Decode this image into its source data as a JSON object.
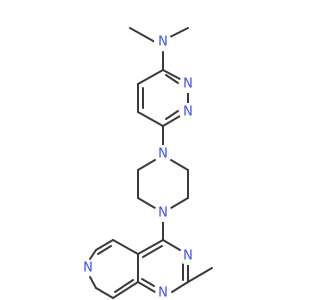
{
  "molecule": {
    "colors": {
      "bond": "#3a3a3a",
      "nitrogen": "#3a50f0",
      "background": "#ffffff"
    },
    "atoms": {
      "n_dimethylamino": "N",
      "pyridazine_n2": "N",
      "pyridazine_n1": "N",
      "piperazine_n_top": "N",
      "piperazine_n_bottom": "N",
      "pyrimidine_n3": "N",
      "pyrimidine_n1": "N",
      "pyridine_n": "N"
    }
  }
}
